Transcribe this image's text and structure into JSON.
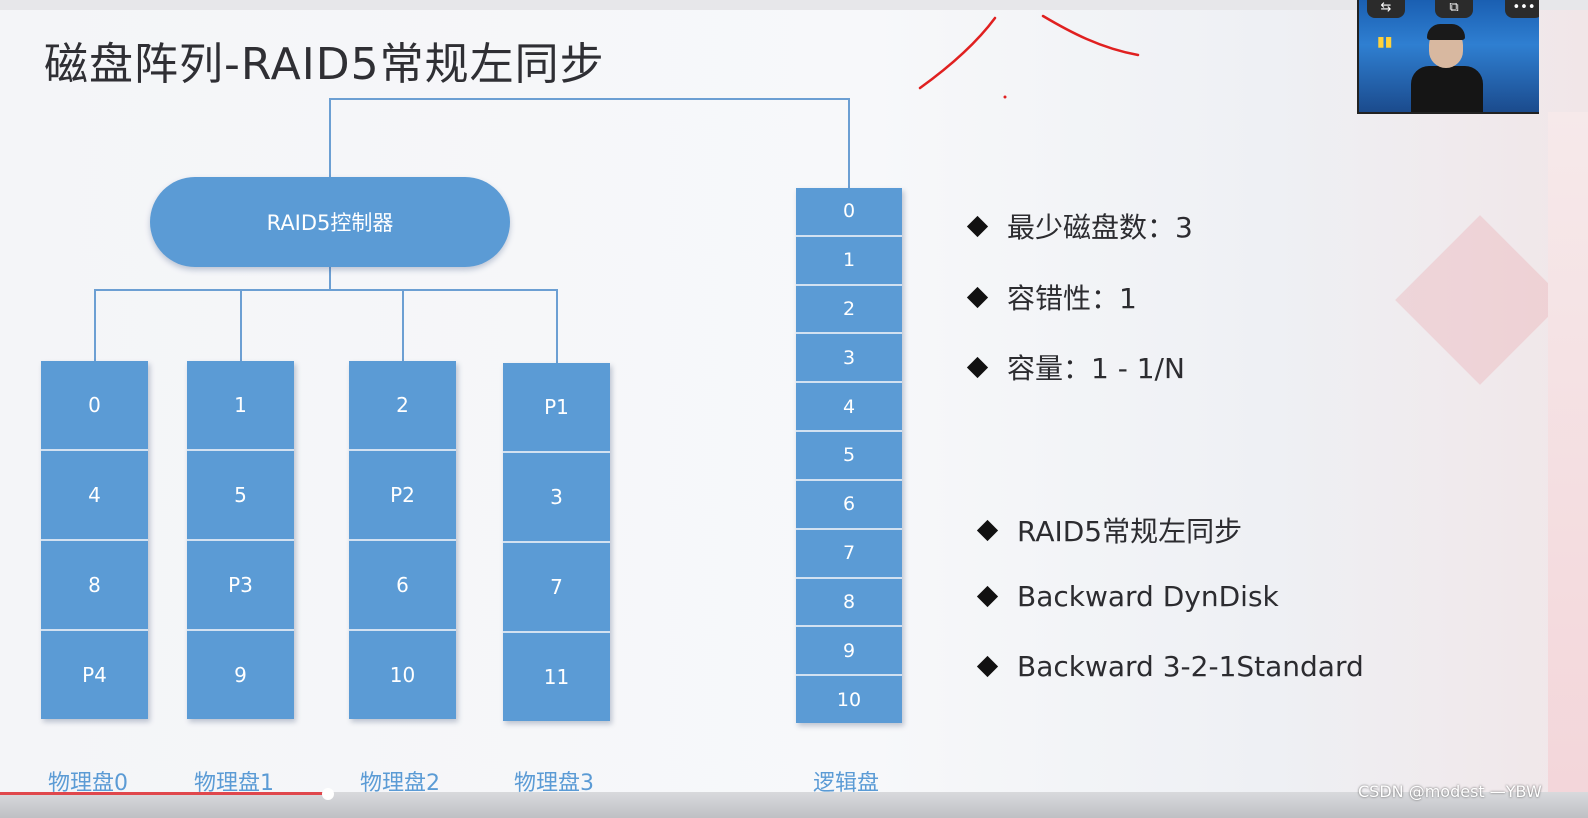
{
  "slide": {
    "title": "磁盘阵列-RAID5常规左同步",
    "controller_label": "RAID5控制器",
    "physical_disks": [
      {
        "label": "物理盘0",
        "cells": [
          "0",
          "4",
          "8",
          "P4"
        ]
      },
      {
        "label": "物理盘1",
        "cells": [
          "1",
          "5",
          "P3",
          "9"
        ]
      },
      {
        "label": "物理盘2",
        "cells": [
          "2",
          "P2",
          "6",
          "10"
        ]
      },
      {
        "label": "物理盘3",
        "cells": [
          "P1",
          "3",
          "7",
          "11"
        ]
      }
    ],
    "logical_disk": {
      "label": "逻辑盘",
      "cells": [
        "0",
        "1",
        "2",
        "3",
        "4",
        "5",
        "6",
        "7",
        "8",
        "9",
        "10"
      ]
    },
    "properties": [
      "最少磁盘数：3",
      "容错性：1",
      "容量：1 - 1/N"
    ],
    "algorithms": [
      "RAID5常规左同步",
      "Backward DynDisk",
      "Backward 3-2-1Standard"
    ]
  },
  "watermark": "CSDN @modest —YBW",
  "colors": {
    "disk_blue": "#5b9bd5",
    "connector": "#6c9fd3",
    "annotation_ink": "#e02020",
    "title_text": "#2f2f34"
  },
  "icons": {
    "webcam_buttons": [
      "screen-share-icon",
      "popout-icon",
      "more-icon"
    ],
    "bullet": "diamond-icon"
  }
}
